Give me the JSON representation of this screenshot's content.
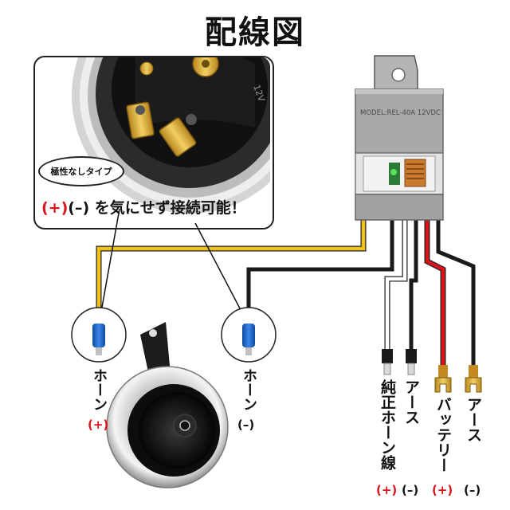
{
  "title": "配線図",
  "inset": {
    "caption_plus": "(+)",
    "caption_rest": "(–) を気にせず接続可能！",
    "bubble": "極性なしタイプ",
    "terminal_marking": "12V"
  },
  "relay": {
    "model_text": "MODEL:REL-40A  12VDC"
  },
  "horn_labels": {
    "left_label": "ホーン",
    "left_polarity": "(+)",
    "right_label": "ホーン",
    "right_polarity": "(–)"
  },
  "wire_labels": [
    {
      "label": "純正ホーン線",
      "polarity": "(+)"
    },
    {
      "label": "アース",
      "polarity": "(–)"
    },
    {
      "label": "バッテリー",
      "polarity": "(+)"
    },
    {
      "label": "アース",
      "polarity": "(–)"
    }
  ],
  "colors": {
    "red": "#d8141b",
    "yellow_wire": "#f2c21b",
    "black_wire": "#1a1a1a",
    "white_wire": "#ffffff",
    "red_wire": "#d8141b",
    "relay_body": "#a9a9a9",
    "connector_blue": "#1f62c6"
  }
}
